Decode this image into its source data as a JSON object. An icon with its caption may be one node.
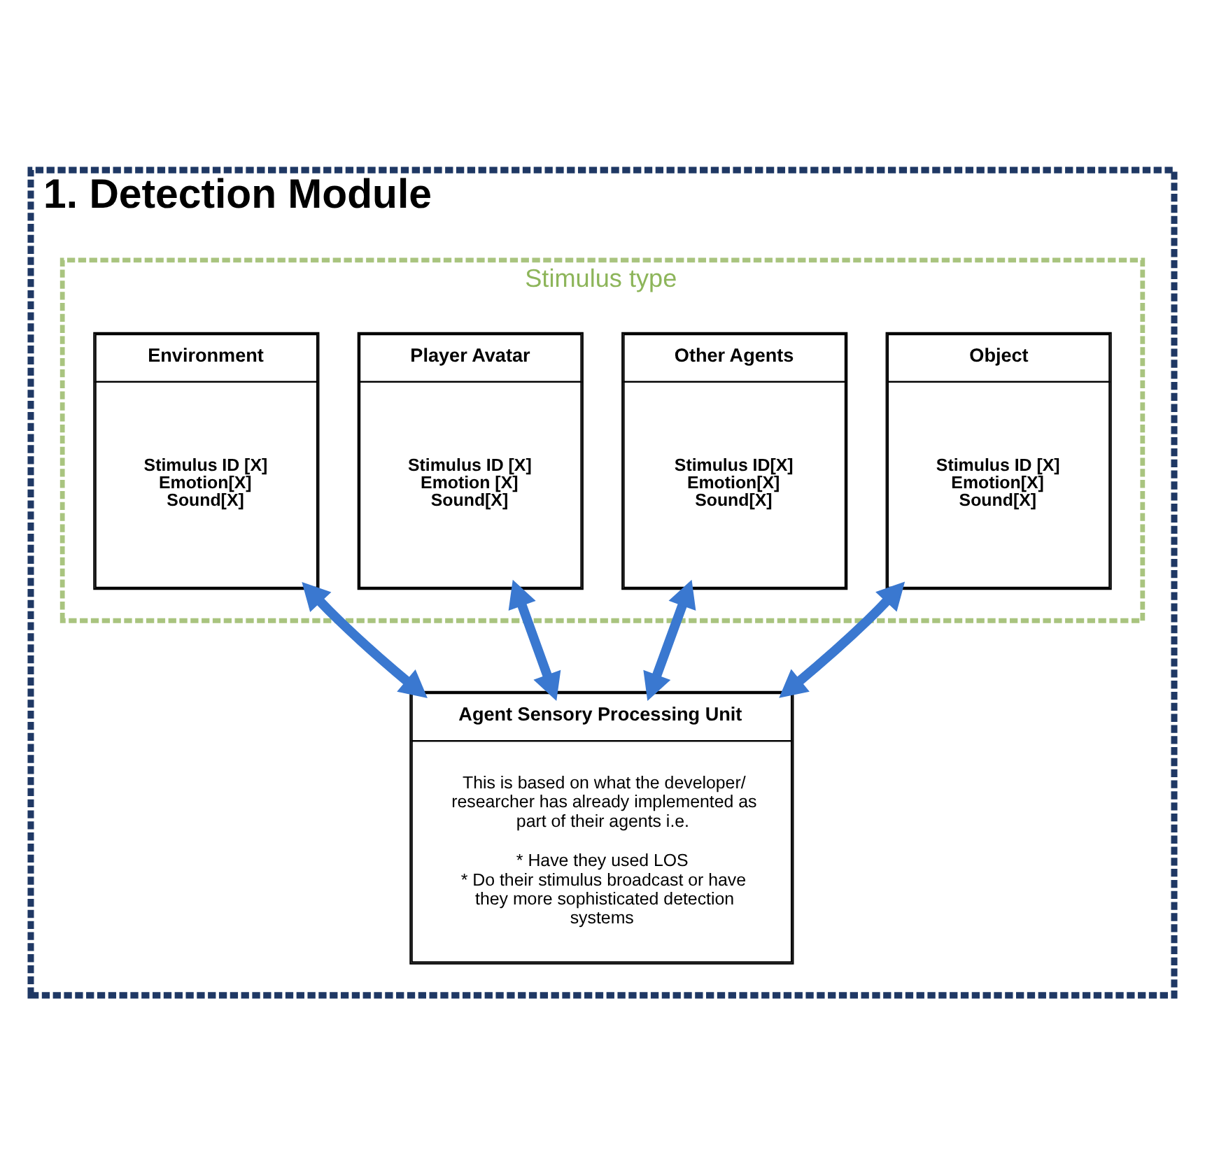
{
  "diagram": {
    "nodes": [
      {
        "text": [
          "1. Detection Module"
        ]
      },
      {
        "text": [
          "Stimulus type"
        ],
        "in": 0
      },
      {
        "text": [
          "Object",
          "Stimulus ID [X] Emotion[X] Sound[X]"
        ],
        "in": 1
      },
      {
        "text": [
          "Other Agents",
          "Stimulus ID[X] Emotion[X] Sound[X]"
        ],
        "in": 1
      },
      {
        "text": [
          "Player Avatar",
          "Stimulus ID [X] Emotion [X] Sound[X]"
        ],
        "in": 1
      },
      {
        "text": [
          "Environment",
          "Stimulus ID [X] Emotion[X] Sound[X]"
        ],
        "in": 1
      },
      {
        "text": [
          "Agent Sensory Processing Unit",
          "This is based on what the developer/ researcher has already implemented as part of their agents i.e.",
          "* Have they used LOS",
          "* Do their stimulus broadcast or have they more sophisticated detection systems"
        ],
        "in": 0
      }
    ],
    "edges": [
      {
        "from": 6,
        "to": 2,
        "arrow": "both"
      },
      {
        "from": 6,
        "to": 3,
        "arrow": "both"
      },
      {
        "from": 6,
        "to": 4,
        "arrow": "both"
      },
      {
        "from": 6,
        "to": 5,
        "arrow": "both"
      }
    ]
  }
}
